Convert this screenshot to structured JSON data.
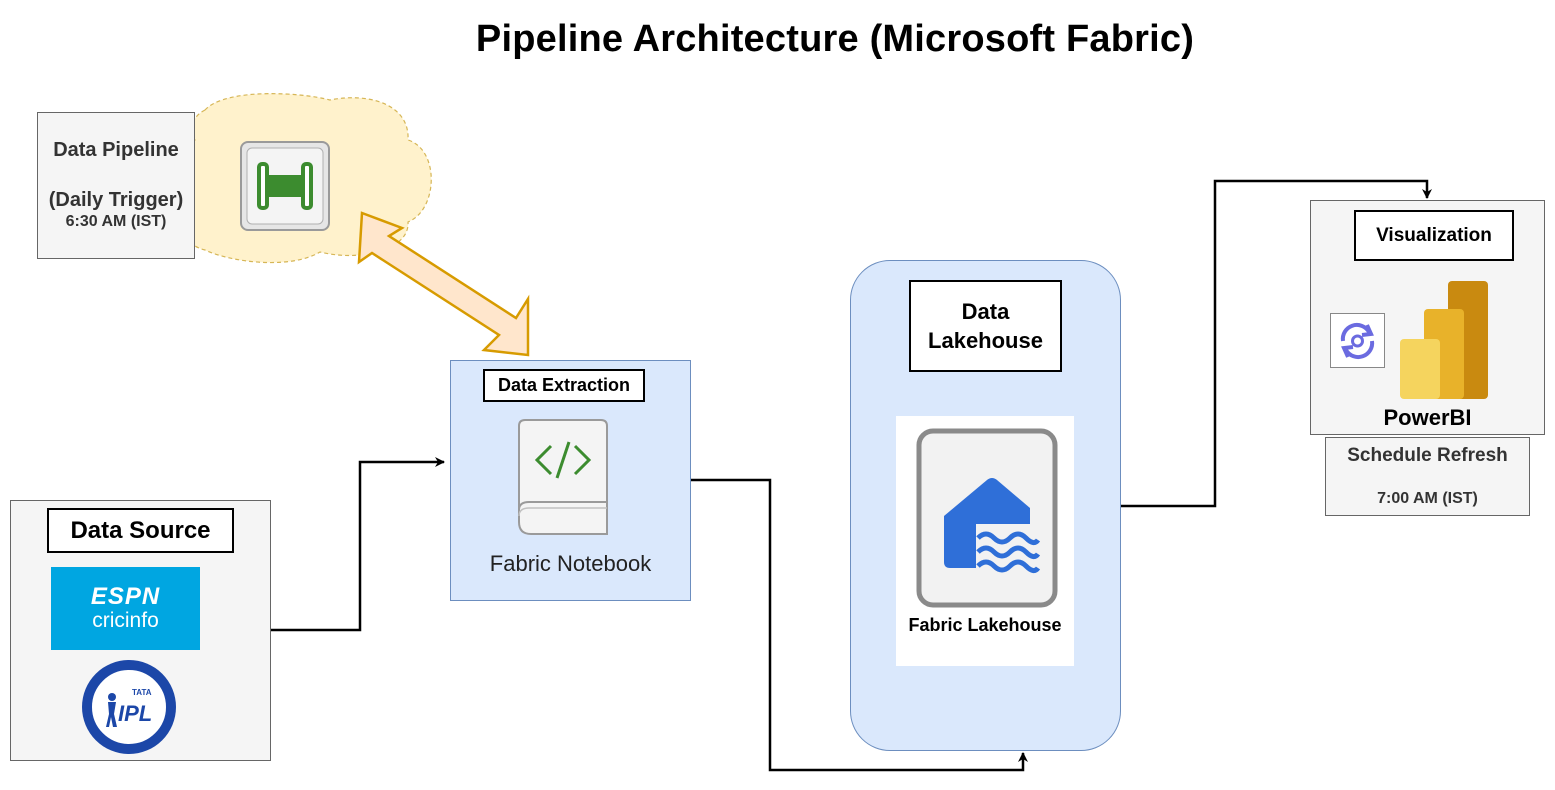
{
  "title": "Pipeline Architecture (Microsoft Fabric)",
  "pipeline": {
    "title": "Data Pipeline",
    "trigger": "(Daily Trigger)",
    "time": "6:30 AM (IST)"
  },
  "source": {
    "label": "Data Source",
    "espn_top": "ESPN",
    "espn_bottom": "cricinfo",
    "ipl_tata": "TATA",
    "ipl_text": "IPL"
  },
  "extraction": {
    "label": "Data Extraction",
    "caption": "Fabric Notebook"
  },
  "lakehouse": {
    "label_line1": "Data",
    "label_line2": "Lakehouse",
    "caption": "Fabric Lakehouse"
  },
  "visualization": {
    "label": "Visualization",
    "caption": "PowerBI",
    "schedule_title": "Schedule Refresh",
    "schedule_time": "7:00 AM (IST)"
  },
  "colors": {
    "blue_fill": "#dae8fc",
    "blue_stroke": "#6c8ebf",
    "cloud_fill": "#fff2cc",
    "cloud_stroke": "#d6b656",
    "arrow_fill": "#ffe6cc",
    "arrow_stroke": "#d79b00",
    "pipeline_green": "#3c8c2f",
    "lakehouse_blue": "#2f6fd8",
    "powerbi_gold": "#e8b22a"
  }
}
